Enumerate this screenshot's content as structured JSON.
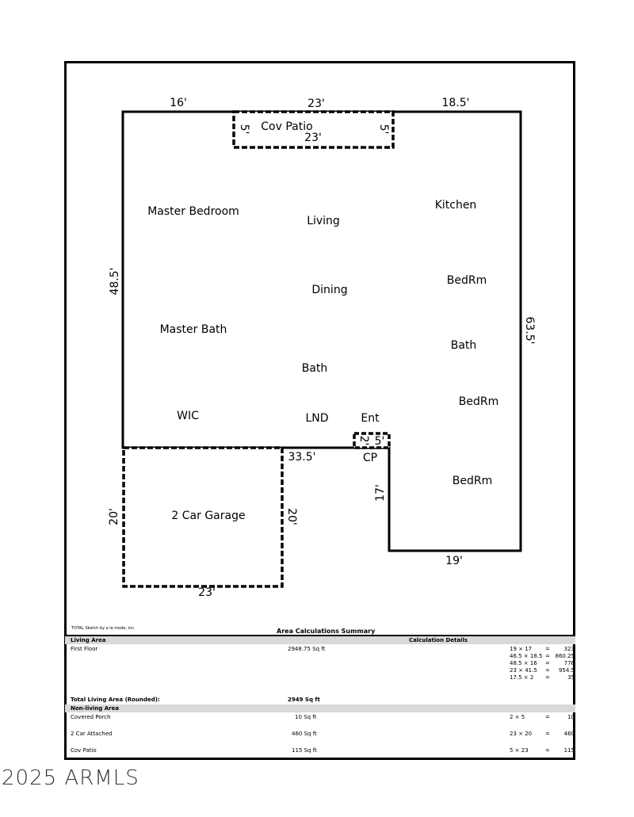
{
  "plan": {
    "rooms": {
      "master_bedroom": "Master Bedroom",
      "living": "Living",
      "kitchen": "Kitchen",
      "dining": "Dining",
      "bedrm1": "BedRm",
      "master_bath": "Master Bath",
      "bath_right": "Bath",
      "bath_center": "Bath",
      "bedrm2": "BedRm",
      "wic": "WIC",
      "lnd": "LND",
      "ent": "Ent",
      "cp": "CP",
      "bedrm3": "BedRm",
      "garage": "2 Car Garage",
      "cov_patio": "Cov Patio"
    },
    "dimensions": {
      "top_left": "16'",
      "top_mid": "23'",
      "top_right": "18.5'",
      "patio_inner": "23'",
      "patio_left": "5'",
      "patio_right": "5'",
      "left_side": "48.5'",
      "right_side": "63.5'",
      "mid_horiz": "33.5'",
      "cp_left": "2'",
      "cp_right": "5'",
      "step_side": "17'",
      "bottom_right": "19'",
      "garage_left": "20'",
      "garage_right": "20'",
      "garage_bottom": "23'"
    }
  },
  "credit": "TOTAL Sketch by a la mode, inc.",
  "summary": {
    "title": "Area Calculations Summary",
    "living_area_label": "Living Area",
    "calc_details_label": "Calculation Details",
    "first_floor": {
      "label": "First Floor",
      "value": "2948.75 Sq ft"
    },
    "calcs": [
      {
        "expr": "19 × 17",
        "eq": "=",
        "val": "323"
      },
      {
        "expr": "46.5 × 18.5",
        "eq": "=",
        "val": "860.25"
      },
      {
        "expr": "48.5 × 16",
        "eq": "=",
        "val": "776"
      },
      {
        "expr": "23 × 41.5",
        "eq": "=",
        "val": "954.5"
      },
      {
        "expr": "17.5 × 2",
        "eq": "=",
        "val": "35"
      }
    ],
    "total_label": "Total Living Area (Rounded):",
    "total_value": "2949 Sq ft",
    "nonliving_label": "Non-living Area",
    "nonliving": [
      {
        "label": "Covered Porch",
        "value": "10 Sq ft",
        "expr": "2 × 5",
        "eq": "=",
        "val": "10"
      },
      {
        "label": "2 Car Attached",
        "value": "460 Sq ft",
        "expr": "23 × 20",
        "eq": "=",
        "val": "460"
      },
      {
        "label": "Cov Patio",
        "value": "115 Sq ft",
        "expr": "5 × 23",
        "eq": "=",
        "val": "115"
      }
    ]
  },
  "watermark": "2025 ARMLS"
}
